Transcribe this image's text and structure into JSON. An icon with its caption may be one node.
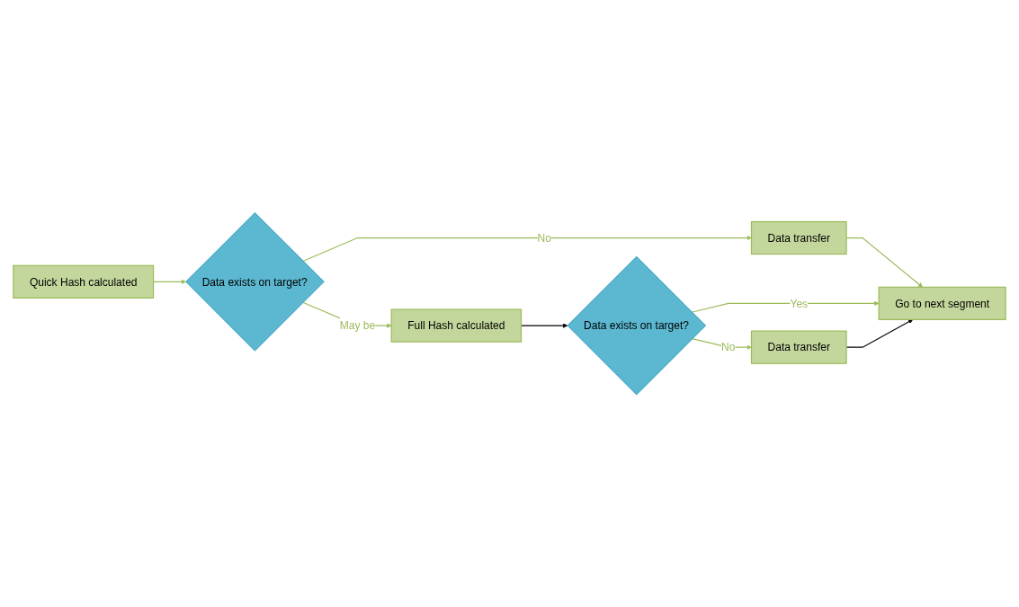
{
  "diagram": {
    "nodes": [
      {
        "text": [
          "Quick Hash calculated"
        ]
      },
      {
        "text": [
          "Data exists on target?"
        ]
      },
      {
        "text": [
          "Data transfer"
        ]
      },
      {
        "text": [
          "Go to next segment"
        ]
      },
      {
        "text": [
          "Full Hash calculated"
        ]
      },
      {
        "text": [
          "Data exists on target?"
        ]
      },
      {
        "text": [
          "Data transfer"
        ]
      }
    ],
    "edges": [
      {
        "from": 0,
        "to": 1,
        "arrow": "to"
      },
      {
        "from": 1,
        "to": 2,
        "arrow": "to",
        "label": "No"
      },
      {
        "from": 2,
        "to": 3,
        "arrow": "to"
      },
      {
        "from": 1,
        "to": 4,
        "arrow": "to",
        "label": "May be"
      },
      {
        "from": 4,
        "to": 5,
        "arrow": "to",
        "color": "#000000"
      },
      {
        "from": 5,
        "to": 3,
        "arrow": "to",
        "label": "Yes"
      },
      {
        "from": 5,
        "to": 6,
        "arrow": "to",
        "label": "No"
      },
      {
        "from": 6,
        "to": 3,
        "arrow": "to",
        "color": "#000000"
      }
    ]
  }
}
